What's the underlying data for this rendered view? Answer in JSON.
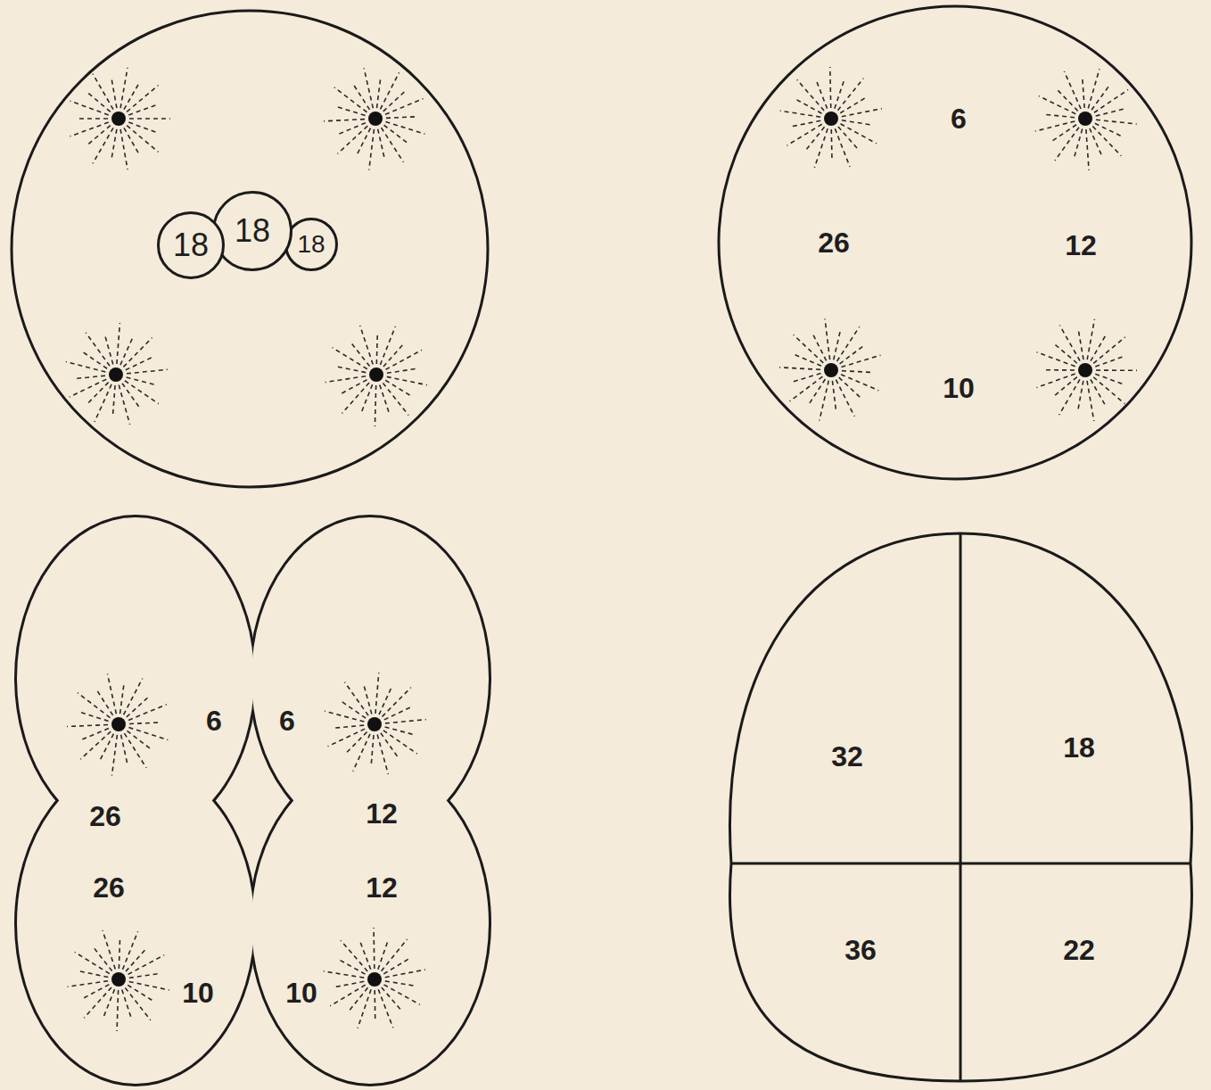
{
  "diagram": {
    "nodes": [
      {
        "text": [
          "18"
        ]
      },
      {
        "text": [
          "18"
        ]
      },
      {
        "text": [
          "18"
        ]
      },
      {
        "text": [
          "32"
        ]
      },
      {
        "text": [
          "18"
        ]
      },
      {
        "text": [
          "36"
        ]
      },
      {
        "text": [
          "22"
        ]
      }
    ],
    "labels": [
      "6",
      "26",
      "12",
      "10",
      "6",
      "6",
      "26",
      "12",
      "26",
      "12",
      "10",
      "10"
    ]
  }
}
